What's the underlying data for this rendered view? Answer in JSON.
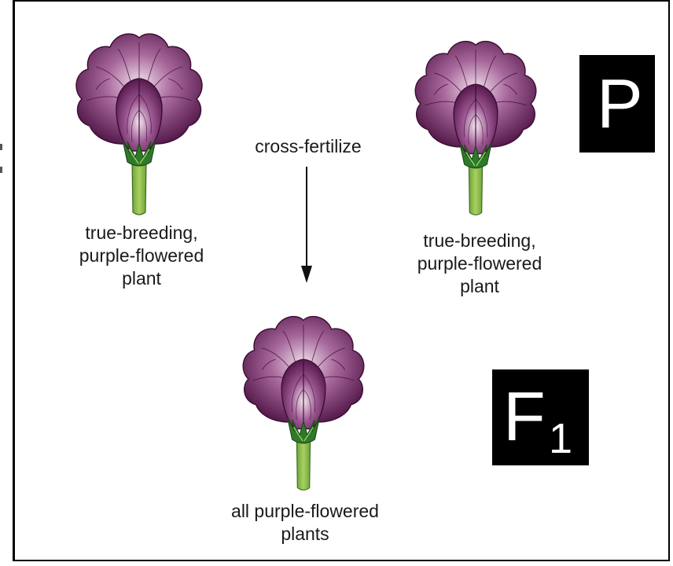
{
  "diagram": {
    "cross_label": "cross-fertilize",
    "parent_left_label": [
      "true-breeding,",
      "purple-flowered",
      "plant"
    ],
    "parent_right_label": [
      "true-breeding,",
      "purple-flowered",
      "plant"
    ],
    "offspring_label": [
      "all purple-flowered",
      "plants"
    ],
    "generation_p": "P",
    "generation_f_letter": "F",
    "generation_f_subscript": "1",
    "colors": {
      "petal_dark": "#5e1a52",
      "petal_mid": "#8d4a82",
      "petal_light": "#e9d2e3",
      "sepal": "#2f7a2a",
      "stem": "#8cbf4a",
      "box": "#000000",
      "box_text": "#ffffff"
    },
    "icons": [
      "purple-flower-icon",
      "down-arrow-icon"
    ]
  }
}
